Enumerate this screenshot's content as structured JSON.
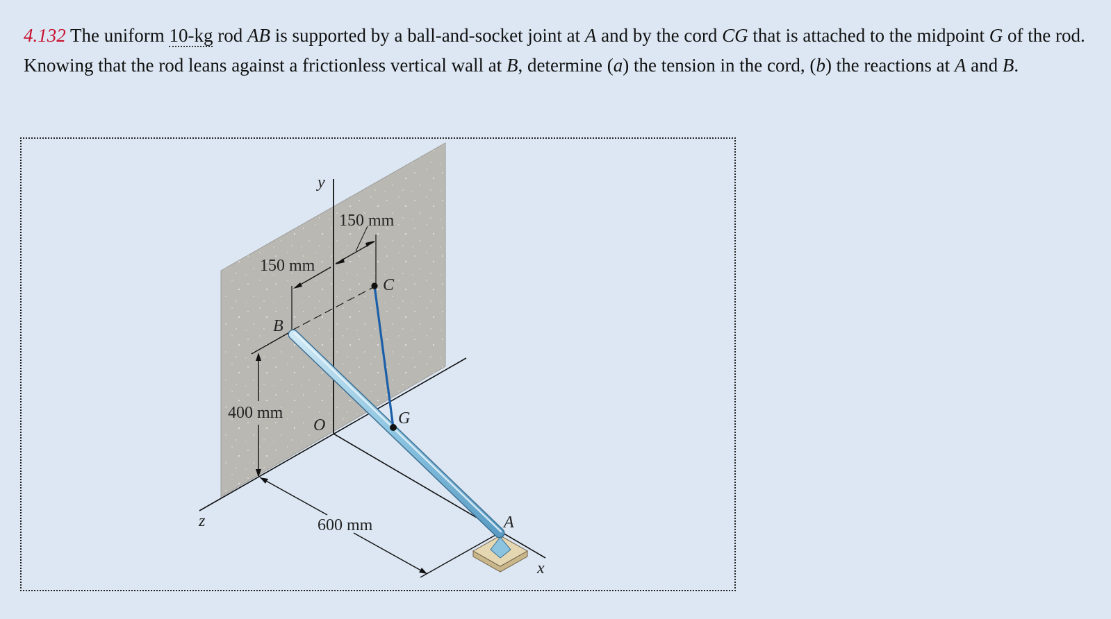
{
  "problem": {
    "number": "4.132",
    "parts": [
      "The uniform ",
      "10-kg",
      " rod ",
      "AB",
      " is supported by a ball-and-socket joint at ",
      "A",
      " and by the cord ",
      "CG",
      " that is attached to the midpoint ",
      "G",
      " of the rod. Knowing that the rod leans against a frictionless vertical wall at ",
      "B",
      ", determine (",
      "a",
      ") the tension in the cord, (",
      "b",
      ") the reactions at ",
      "A",
      " and ",
      "B",
      "."
    ]
  },
  "figure": {
    "labels": {
      "y": "y",
      "x": "x",
      "z": "z",
      "O": "O",
      "B": "B",
      "C": "C",
      "G": "G",
      "A": "A"
    },
    "dimensions": {
      "d150_top": "150 mm",
      "d150_left": "150 mm",
      "d400": "400 mm",
      "d600": "600 mm"
    },
    "colors": {
      "background": "#dce7f3",
      "wall": "#b9b8b3",
      "rod": "#8cc4e0",
      "cord": "#1a5fa8",
      "problem_number": "#c8102e",
      "base": "#d8c7a0"
    }
  }
}
